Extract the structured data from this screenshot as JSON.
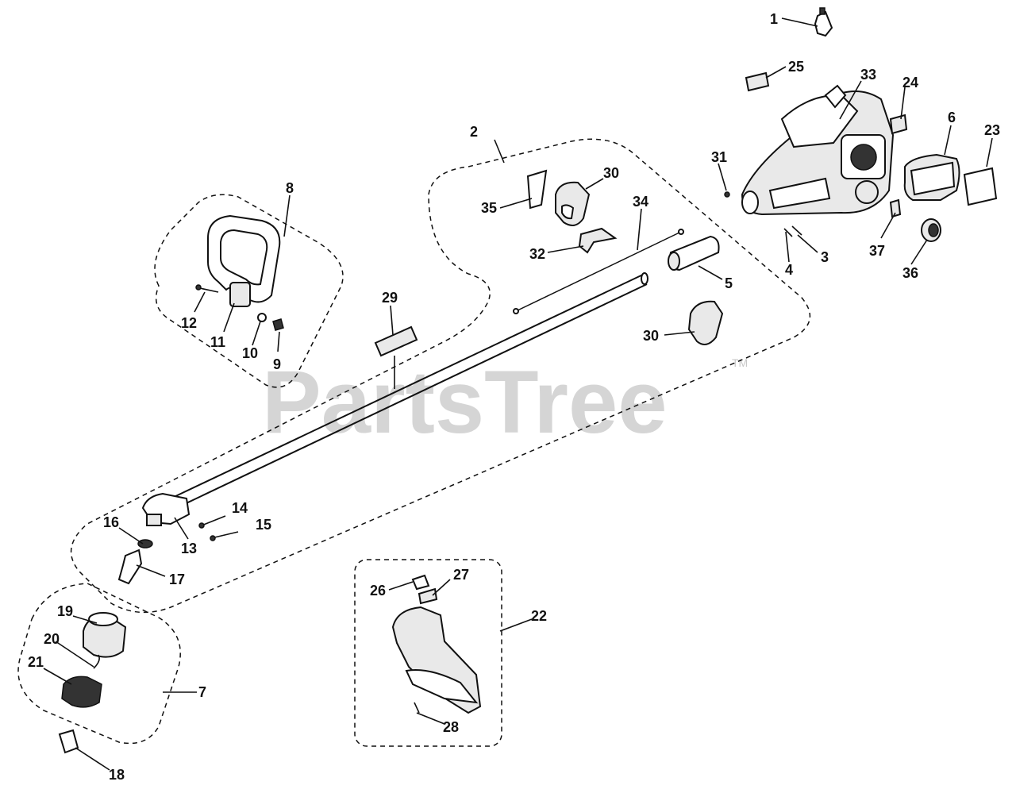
{
  "watermark": {
    "text": "PartsTree",
    "tm": "TM"
  },
  "callouts": [
    {
      "id": "c1",
      "label": "1"
    },
    {
      "id": "c2",
      "label": "2"
    },
    {
      "id": "c3",
      "label": "3"
    },
    {
      "id": "c4",
      "label": "4"
    },
    {
      "id": "c5",
      "label": "5"
    },
    {
      "id": "c6",
      "label": "6"
    },
    {
      "id": "c7",
      "label": "7"
    },
    {
      "id": "c8",
      "label": "8"
    },
    {
      "id": "c9",
      "label": "9"
    },
    {
      "id": "c10",
      "label": "10"
    },
    {
      "id": "c11",
      "label": "11"
    },
    {
      "id": "c12",
      "label": "12"
    },
    {
      "id": "c13",
      "label": "13"
    },
    {
      "id": "c14",
      "label": "14"
    },
    {
      "id": "c15",
      "label": "15"
    },
    {
      "id": "c16",
      "label": "16"
    },
    {
      "id": "c17",
      "label": "17"
    },
    {
      "id": "c18",
      "label": "18"
    },
    {
      "id": "c19",
      "label": "19"
    },
    {
      "id": "c20",
      "label": "20"
    },
    {
      "id": "c21",
      "label": "21"
    },
    {
      "id": "c22",
      "label": "22"
    },
    {
      "id": "c23",
      "label": "23"
    },
    {
      "id": "c24",
      "label": "24"
    },
    {
      "id": "c25",
      "label": "25"
    },
    {
      "id": "c26",
      "label": "26"
    },
    {
      "id": "c27",
      "label": "27"
    },
    {
      "id": "c28",
      "label": "28"
    },
    {
      "id": "c29",
      "label": "29"
    },
    {
      "id": "c30a",
      "label": "30"
    },
    {
      "id": "c30b",
      "label": "30"
    },
    {
      "id": "c31",
      "label": "31"
    },
    {
      "id": "c32",
      "label": "32"
    },
    {
      "id": "c33",
      "label": "33"
    },
    {
      "id": "c34",
      "label": "34"
    },
    {
      "id": "c35",
      "label": "35"
    },
    {
      "id": "c36",
      "label": "36"
    },
    {
      "id": "c37",
      "label": "37"
    }
  ]
}
